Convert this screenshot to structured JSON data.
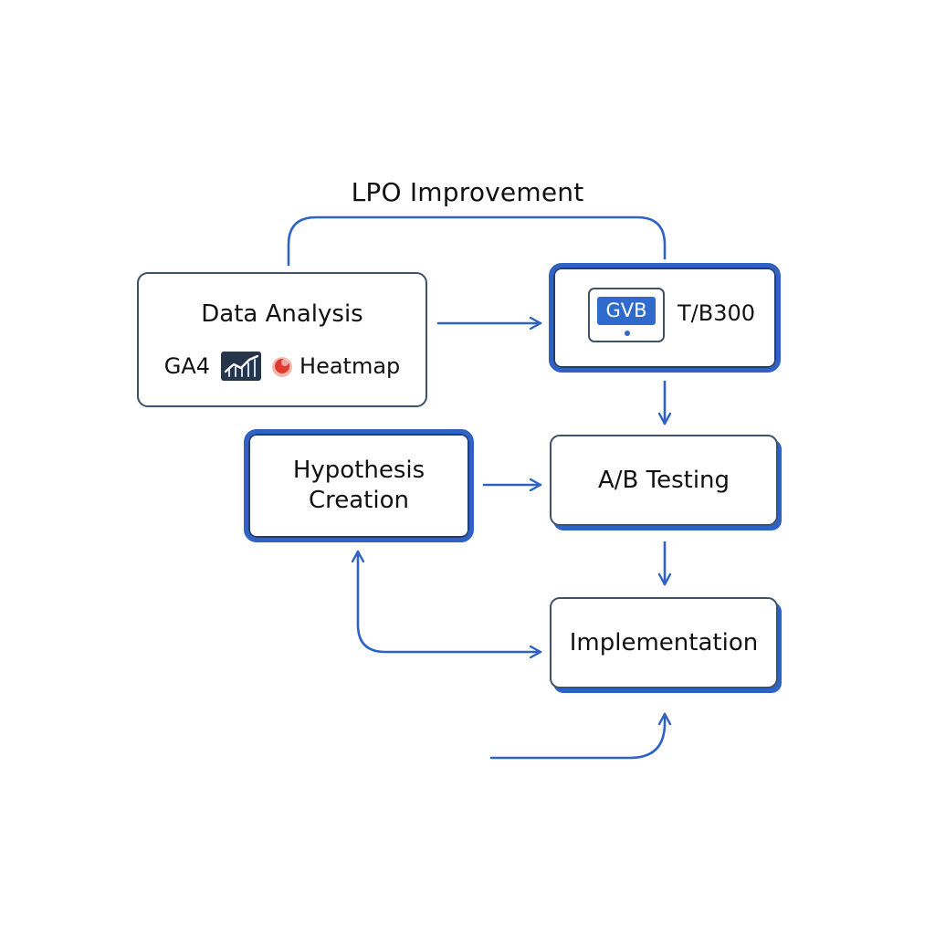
{
  "diagram": {
    "title": "LPO Improvement",
    "colors": {
      "accent": "#2f62c4",
      "outline": "#3f5266",
      "screen": "#2f6bcc",
      "heatmap_icon": "#e03a2f"
    },
    "nodes": {
      "data_analysis": {
        "label": "Data Analysis",
        "tools": {
          "ga4": "GA4",
          "ga4_icon": "analytics-chart-icon",
          "heatmap": "Heatmap",
          "heatmap_icon": "heatmap-icon"
        }
      },
      "gvb": {
        "screen_label": "GVB",
        "tag": "T/B300",
        "icon": "monitor-icon"
      },
      "hypothesis": {
        "line1": "Hypothesis",
        "line2": "Creation"
      },
      "ab_testing": {
        "label": "A/B Testing"
      },
      "implementation": {
        "label": "Implementation"
      }
    },
    "edges": [
      {
        "from": "data_analysis",
        "to": "gvb",
        "style": "arc-over-top"
      },
      {
        "from": "data_analysis",
        "to": "gvb"
      },
      {
        "from": "gvb",
        "to": "ab_testing"
      },
      {
        "from": "hypothesis",
        "to": "ab_testing"
      },
      {
        "from": "ab_testing",
        "to": "implementation"
      },
      {
        "from": "implementation",
        "to": "hypothesis",
        "style": "bidirectional-elbow"
      },
      {
        "from": "external",
        "to": "implementation",
        "style": "curved-entry"
      }
    ]
  }
}
